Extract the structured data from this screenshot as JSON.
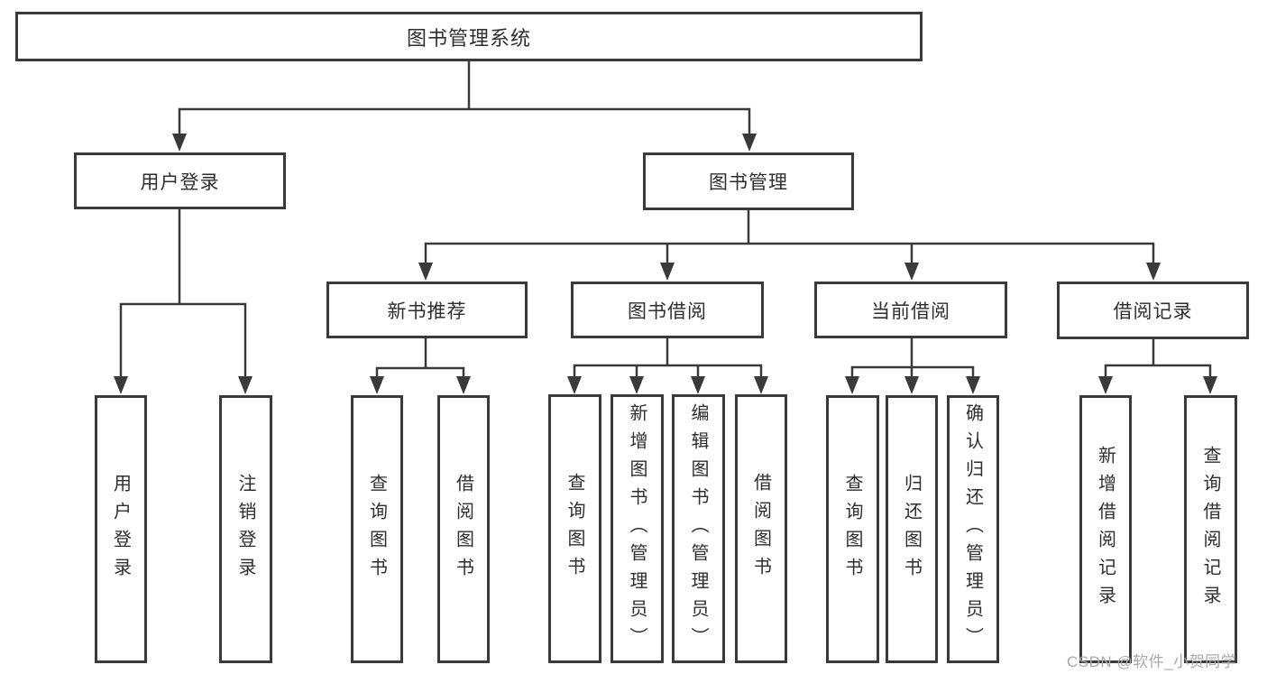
{
  "nodes": {
    "root": "图书管理系统",
    "user_login": "用户登录",
    "book_mgmt": "图书管理",
    "new_books": "新书推荐",
    "book_borrow": "图书借阅",
    "current_borrow": "当前借阅",
    "borrow_records": "借阅记录",
    "login": "用户登录",
    "logout": "注销登录",
    "nb_query": "查询图书",
    "nb_borrow": "借阅图书",
    "bb_query": "查询图书",
    "bb_add": "新增图书（管理员）",
    "bb_edit": "编辑图书（管理员）",
    "bb_borrow": "借阅图书",
    "cb_query": "查询图书",
    "cb_return": "归还图书",
    "cb_confirm": "确认归还（管理员）",
    "br_add": "新增借阅记录",
    "br_query": "查询借阅记录"
  },
  "watermark": "CSDN @软件_小贺同学",
  "colors": {
    "line": "#3a3a3a",
    "text": "#2e2e2e",
    "watermark": "#a9a9a9",
    "background": "#ffffff"
  }
}
